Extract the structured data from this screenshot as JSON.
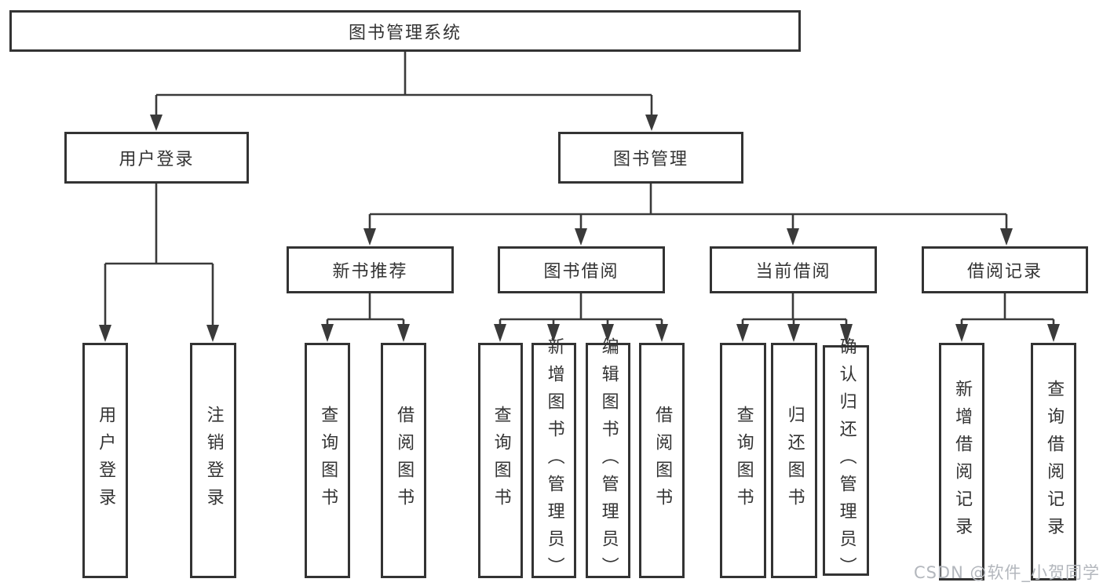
{
  "title": "图书管理系统",
  "level2": [
    {
      "label": "用户登录"
    },
    {
      "label": "图书管理"
    }
  ],
  "level3": [
    {
      "label": "新书推荐"
    },
    {
      "label": "图书借阅"
    },
    {
      "label": "当前借阅"
    },
    {
      "label": "借阅记录"
    }
  ],
  "level4": {
    "user_login": [
      "用户登录",
      "注销登录"
    ],
    "new_book_recommend": [
      "查询图书",
      "借阅图书"
    ],
    "book_borrow": [
      "查询图书",
      "新增图书（管理员）",
      "编辑图书（管理员）",
      "借阅图书"
    ],
    "current_borrow": [
      "查询图书",
      "归还图书",
      "确认归还（管理员）"
    ],
    "borrow_record": [
      "新增借阅记录",
      "查询借阅记录"
    ]
  },
  "watermark": "CSDN @软件_小贺同学",
  "colors": {
    "line": "#3a3a3a",
    "box_border": "#333333",
    "text": "#333333",
    "background": "#ffffff",
    "watermark": "#b3b7bd"
  }
}
